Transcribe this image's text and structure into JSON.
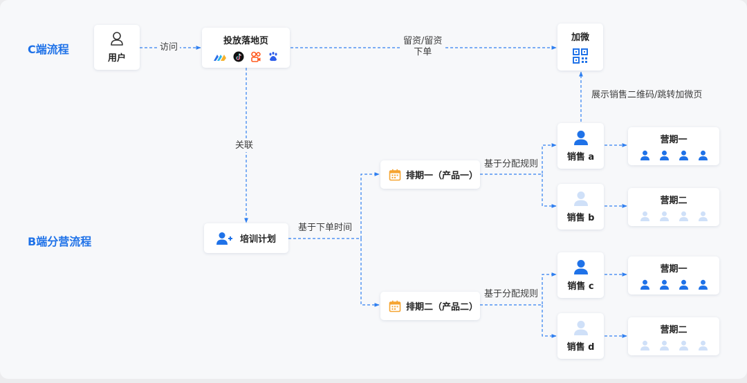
{
  "sections": {
    "c_flow": "C端流程",
    "b_flow": "B端分营流程"
  },
  "nodes": {
    "user": "用户",
    "landing": "投放落地页",
    "wechat": "加微",
    "training": "培训计划",
    "schedule1": "排期一（产品一）",
    "schedule2": "排期二（产品二）",
    "sales_a": "销售 a",
    "sales_b": "销售 b",
    "sales_c": "销售 c",
    "sales_d": "销售 d",
    "camp1_top": "营期一",
    "camp2_top": "营期二",
    "camp1_bottom": "营期一",
    "camp2_bottom": "营期二"
  },
  "edges": {
    "visit": "访问",
    "leave_info_line1": "留资/留资",
    "leave_info_line2": "下单",
    "associate": "关联",
    "show_qr": "展示销售二维码/跳转加微页",
    "by_order_time": "基于下单时间",
    "by_rule_top": "基于分配规则",
    "by_rule_bottom": "基于分配规则"
  },
  "icons": {
    "user": "user-outline-icon",
    "platforms": [
      "feed-platform-icon",
      "douyin-icon",
      "kuaishou-icon",
      "baidu-icon"
    ],
    "wechat": "qr-code-icon",
    "training": "add-user-icon",
    "schedule": "calendar-icon",
    "sales": "person-icon",
    "camp_members": "person-icon"
  },
  "colors": {
    "accent": "#1f72e8",
    "accent_light": "#cfe0f8",
    "calendar": "#f5a431",
    "line": "#2f7ff0"
  }
}
